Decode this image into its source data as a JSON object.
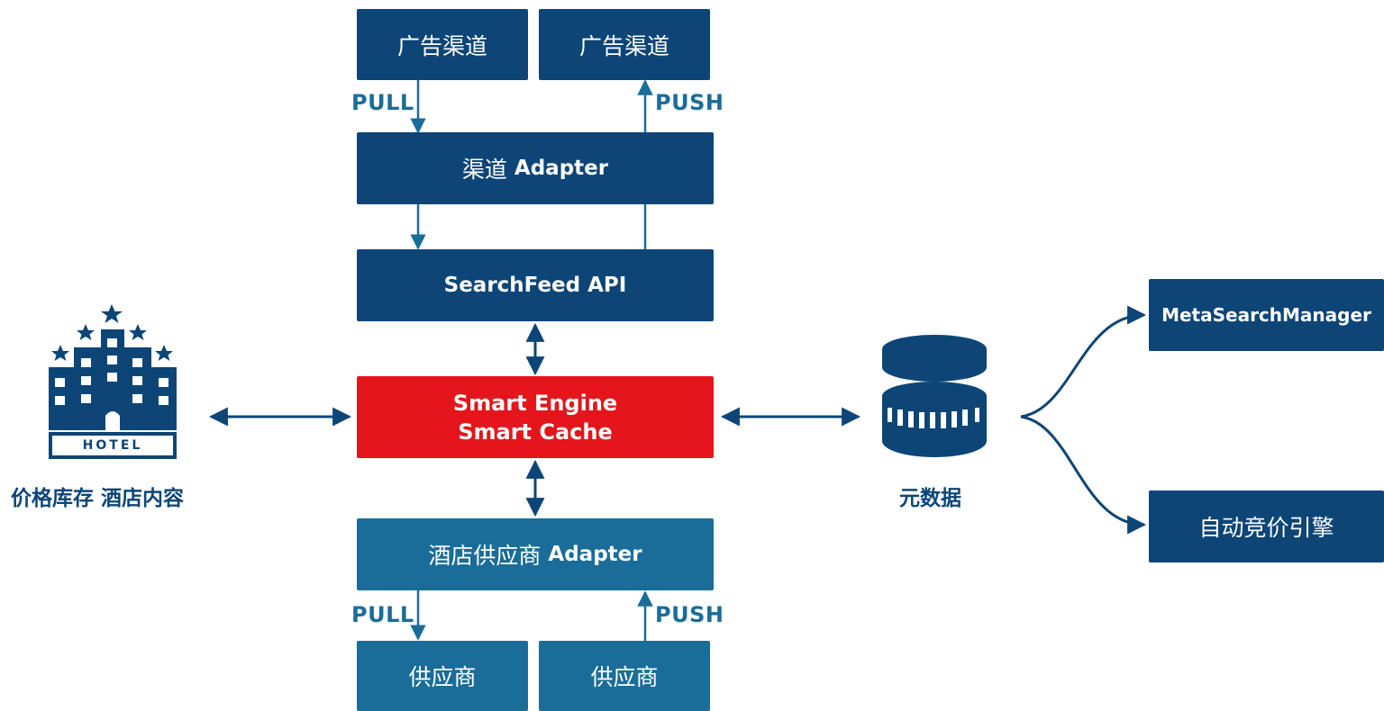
{
  "channels": {
    "left_label": "广告渠道",
    "right_label": "广告渠道"
  },
  "top_tags": {
    "pull": "PULL",
    "push": "PUSH"
  },
  "channel_adapter": {
    "prefix": "渠道",
    "suffix": "Adapter"
  },
  "searchfeed_api": {
    "label": "SearchFeed API"
  },
  "smart_engine": {
    "line1": "Smart Engine",
    "line2": "Smart Cache"
  },
  "supplier_adapter": {
    "prefix": "酒店供应商",
    "suffix": "Adapter"
  },
  "bottom_tags": {
    "pull": "PULL",
    "push": "PUSH"
  },
  "suppliers": {
    "left_label": "供应商",
    "right_label": "供应商"
  },
  "hotel": {
    "sign": "HOTEL",
    "caption": "价格库存 酒店内容"
  },
  "database": {
    "caption": "元数据"
  },
  "meta_search_manager": {
    "label": "MetaSearchManager"
  },
  "auto_bidding": {
    "label": "自动竞价引擎"
  },
  "colors": {
    "dark_blue": "#0d4577",
    "mid_blue": "#1a6d98",
    "engine_red": "#e4161b"
  },
  "icons": {
    "hotel": "hotel-building-icon",
    "database": "database-icon"
  }
}
